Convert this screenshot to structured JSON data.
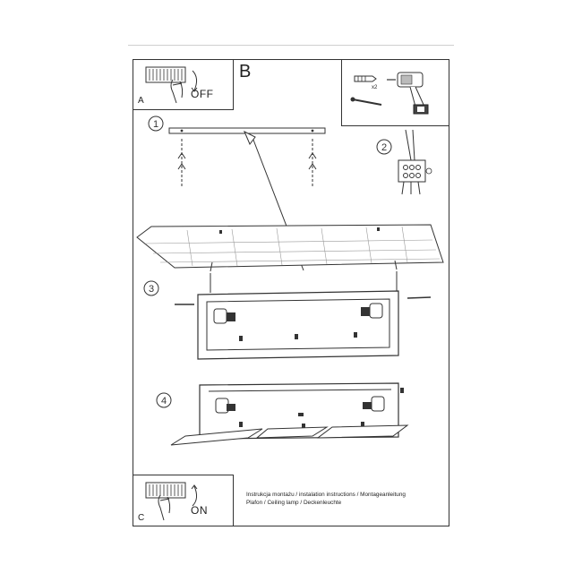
{
  "panel_a": {
    "letter": "A",
    "switch_state": "OFF",
    "icon": "hand-switch-off-icon"
  },
  "panel_b": {
    "letter": "B"
  },
  "panel_c": {
    "letter": "C",
    "switch_state": "ON",
    "icon": "hand-switch-on-icon"
  },
  "tools": {
    "multiplier": "x2",
    "icons": [
      "wall-plug-icon",
      "screw-icon",
      "drill-icon"
    ]
  },
  "steps": [
    {
      "number": "1",
      "icon": "mounting-bar-icon"
    },
    {
      "number": "2",
      "icon": "terminal-block-icon"
    },
    {
      "number": "3",
      "icon": "lamp-attach-icon"
    },
    {
      "number": "4",
      "icon": "lamp-assembled-icon"
    }
  ],
  "caption": {
    "line1": "Instrukcja montażu / instalation instructions / Montageanleitung",
    "line2": "Plafon / Ceiling lamp / Deckenleuchte"
  },
  "colors": {
    "line": "#333333",
    "rule": "#cfcfcf"
  }
}
